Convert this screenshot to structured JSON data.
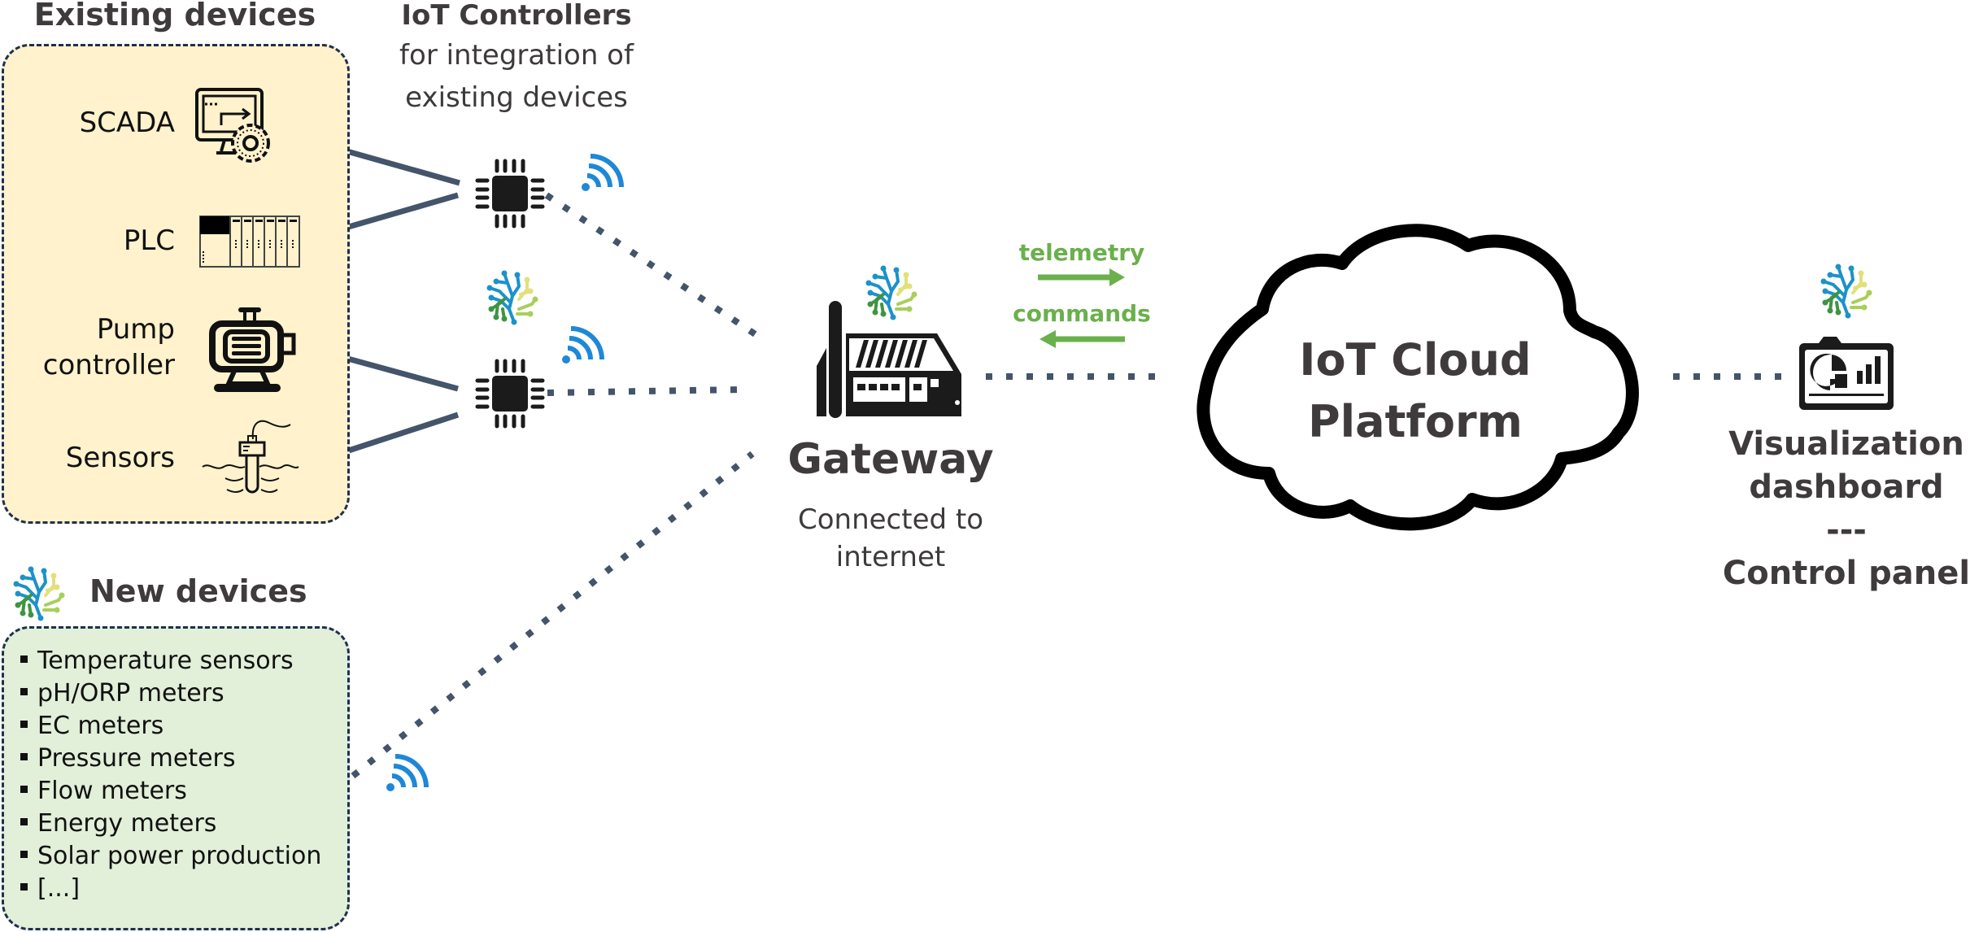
{
  "existing_devices": {
    "title": "Existing devices",
    "items": [
      {
        "label": "SCADA",
        "icon": "scada-monitor-gear-icon"
      },
      {
        "label": "PLC",
        "icon": "plc-rack-icon"
      },
      {
        "label_line1": "Pump",
        "label_line2": "controller",
        "icon": "pump-motor-icon"
      },
      {
        "label": "Sensors",
        "icon": "water-probe-sensor-icon"
      }
    ]
  },
  "iot_controllers": {
    "title": "IoT Controllers",
    "subtitle_line1": "for integration of",
    "subtitle_line2": "existing devices"
  },
  "gateway": {
    "title": "Gateway",
    "subtitle_line1": "Connected to",
    "subtitle_line2": "internet"
  },
  "flows": {
    "telemetry": "telemetry",
    "commands": "commands"
  },
  "cloud": {
    "line1": "IoT Cloud",
    "line2": "Platform"
  },
  "dashboard": {
    "line1": "Visualization",
    "line2": "dashboard",
    "separator": "---",
    "line3": "Control panel"
  },
  "new_devices": {
    "title": "New devices",
    "items": [
      "Temperature sensors",
      "pH/ORP meters",
      "EC meters",
      "Pressure meters",
      "Flow meters",
      "Energy meters",
      "Solar power production",
      "[...]"
    ]
  },
  "colors": {
    "existing_box_bg": "#fff2cc",
    "new_box_bg": "#e2efd9",
    "box_border": "#1f3050",
    "connector": "#44546a",
    "wifi": "#1e88d8",
    "flow_green": "#6ab04c",
    "heading_text": "#3f3b3d"
  }
}
